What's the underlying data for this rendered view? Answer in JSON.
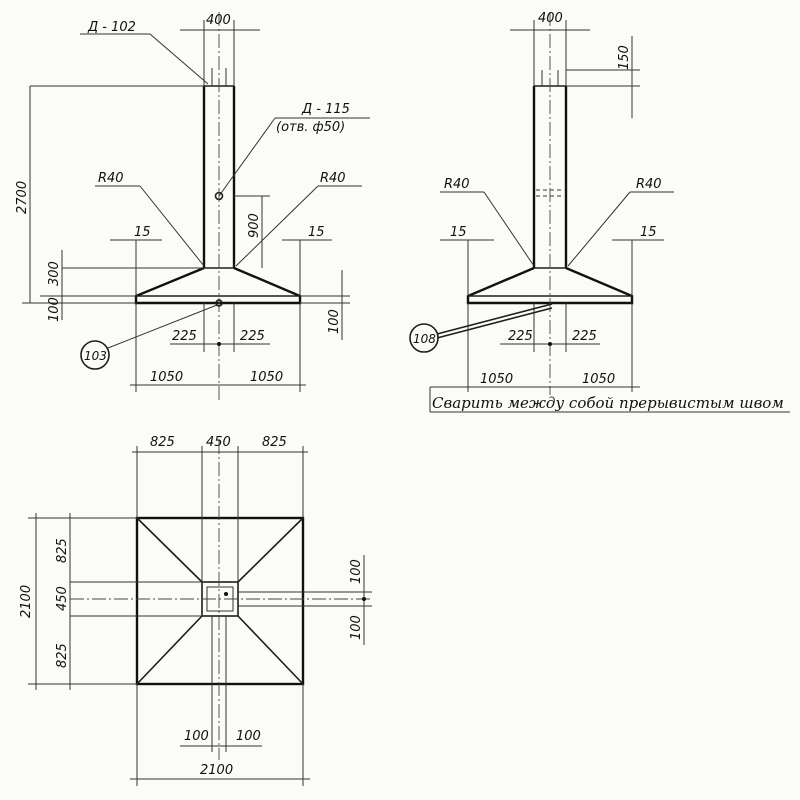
{
  "left_view": {
    "mark_d102": "Д - 102",
    "mark_d115": "Д - 115",
    "mark_hole": "(отв. ф50)",
    "dim_top_width": "400",
    "dim_height": "2700",
    "dim_900": "900",
    "dim_300": "300",
    "dim_100_left": "100",
    "dim_100_right": "100",
    "dim_15_left": "15",
    "dim_15_right": "15",
    "radius_left": "R40",
    "radius_right": "R40",
    "dim_225_left": "225",
    "dim_225_right": "225",
    "dim_1050_left": "1050",
    "dim_1050_right": "1050",
    "mark_103": "103"
  },
  "right_view": {
    "dim_top_width": "400",
    "dim_150": "150",
    "radius_left": "R40",
    "radius_right": "R40",
    "dim_15_left": "15",
    "dim_15_right": "15",
    "dim_225_left": "225",
    "dim_225_right": "225",
    "dim_1050_left": "1050",
    "dim_1050_right": "1050",
    "mark_108": "108",
    "note": "Сварить между собой прерывистым швом"
  },
  "plan_view": {
    "dim_825_left": "825",
    "dim_450_top": "450",
    "dim_825_right": "825",
    "dim_2100_left": "2100",
    "dim_825_vtop": "825",
    "dim_450_v": "450",
    "dim_825_vbottom": "825",
    "dim_100_top": "100",
    "dim_100_bottom": "100",
    "dim_100_bl": "100",
    "dim_100_br": "100",
    "dim_2100_bottom": "2100"
  }
}
